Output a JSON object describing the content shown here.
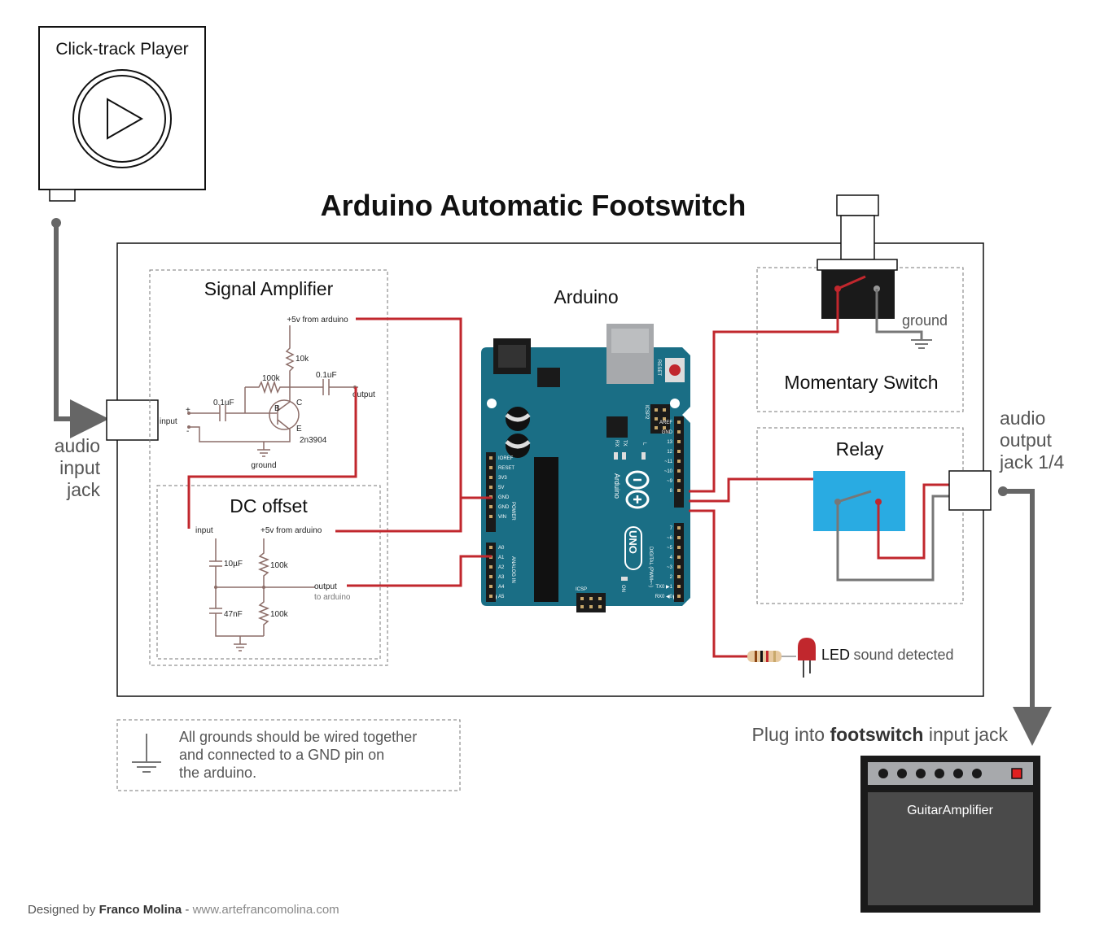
{
  "title": "Arduino Automatic Footswitch",
  "player": {
    "label": "Click-track Player"
  },
  "audio_input": {
    "line1": "audio",
    "line2": "input",
    "line3": "jack",
    "port_label": "input"
  },
  "audio_output": {
    "line1": "audio",
    "line2": "output",
    "line3": "jack 1/4"
  },
  "signal_amplifier": {
    "title": "Signal Amplifier",
    "supply": "+5v from arduino",
    "r_collector": "10k",
    "r_feedback": "100k",
    "c_out": "0.1uF",
    "c_in": "0.1uF",
    "pin_b": "B",
    "pin_c": "C",
    "pin_e": "E",
    "transistor": "2n3904",
    "plus": "+",
    "minus": "-",
    "input": "input",
    "output": "output",
    "ground": "ground"
  },
  "dc_offset": {
    "title": "DC offset",
    "input": "input",
    "supply": "+5v from arduino",
    "c1": "10µF",
    "r1": "100k",
    "c2": "47nF",
    "r2": "100k",
    "output": "output",
    "output_sub": "to arduino"
  },
  "arduino": {
    "title": "Arduino",
    "board_name": "UNO",
    "brand": "Arduino",
    "power_pins": [
      "IOREF",
      "RESET",
      "3V3",
      "5V",
      "GND",
      "GND",
      "VIN"
    ],
    "analog_pins": [
      "A0",
      "A1",
      "A2",
      "A3",
      "A4",
      "A5"
    ],
    "digital_top": [
      "AREF",
      "GND",
      "13",
      "12",
      "~11",
      "~10",
      "~9",
      "8"
    ],
    "digital_bottom": [
      "7",
      "~6",
      "~5",
      "4",
      "~3",
      "2",
      "TX0 ▶1",
      "RX0 ◀0"
    ],
    "reset": "RESET",
    "icsp2": "ICSP2",
    "icsp": "ICSP",
    "tx": "TX",
    "rx": "RX",
    "l": "L",
    "on": "ON",
    "power_group": "POWER",
    "analog_group": "ANALOG IN",
    "digital_group": "DIGITAL (PWM=~)"
  },
  "momentary_switch": {
    "title": "Momentary Switch",
    "ground": "ground"
  },
  "relay": {
    "title": "Relay"
  },
  "led": {
    "label_bold": "LED",
    "label": "sound detected"
  },
  "note": {
    "line1": "All grounds should be wired together",
    "line2": "and connected to a GND pin on",
    "line3": "the arduino."
  },
  "plug": {
    "prefix": "Plug into ",
    "bold": "footswitch",
    "suffix": " input jack"
  },
  "guitar_amp": {
    "label": "GuitarAmplifier"
  },
  "credit": {
    "prefix": "Designed by ",
    "name": "Franco Molina",
    "sep": " - ",
    "url": "www.artefrancomolina.com"
  },
  "colors": {
    "board": "#1a6e85",
    "wire": "#c1272d",
    "relay": "#29abe2",
    "line": "#777777",
    "amp": "#4a4a4a"
  }
}
